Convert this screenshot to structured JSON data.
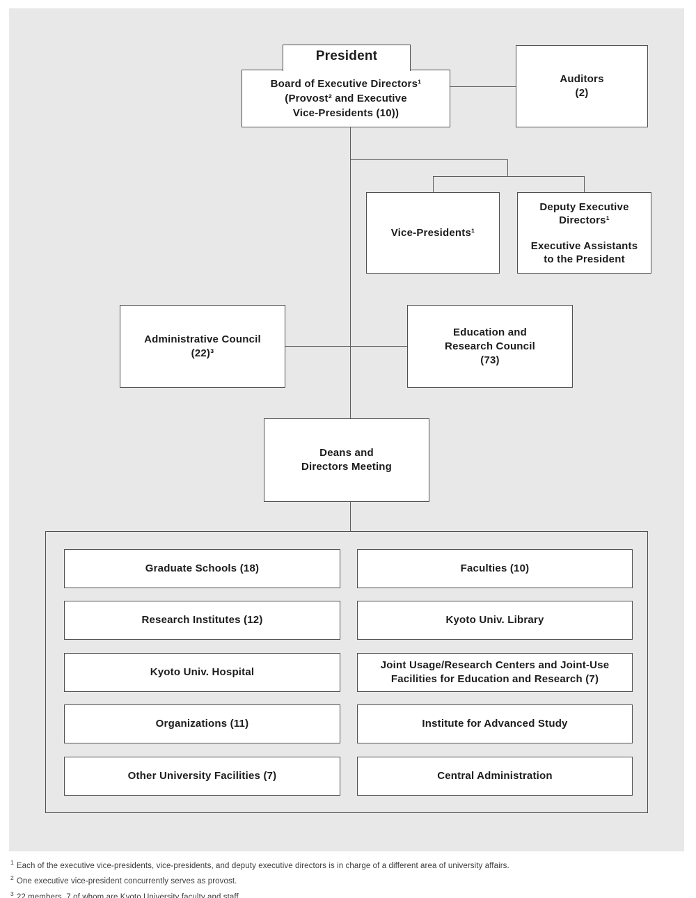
{
  "theme": {
    "page_background": "#ffffff",
    "panel_background": "#e8e8e8",
    "box_background": "#ffffff",
    "border_color": "#4f4f4f",
    "line_color": "#5c5c5c",
    "text_color": "#1c1c1c",
    "footnote_color": "#3c3c3c"
  },
  "org": {
    "president_title": "President",
    "board": {
      "lines": [
        "Board of Executive Directors¹",
        "(Provost² and Executive",
        "Vice-Presidents (10))"
      ]
    },
    "auditors": {
      "lines": [
        "Auditors",
        "(2)"
      ]
    },
    "vice_presidents": {
      "label": "Vice-Presidents¹"
    },
    "deputy": {
      "lines_top": [
        "Deputy Executive",
        "Directors¹"
      ],
      "lines_bottom": [
        "Executive Assistants",
        "to the President"
      ]
    },
    "admin_council": {
      "lines": [
        "Administrative Council",
        "(22)³"
      ]
    },
    "edu_council": {
      "lines": [
        "Education and",
        "Research Council",
        "(73)"
      ]
    },
    "deans": {
      "lines": [
        "Deans and",
        "Directors Meeting"
      ]
    },
    "grid": {
      "rows": [
        {
          "left": "Graduate Schools (18)",
          "right": "Faculties (10)"
        },
        {
          "left": "Research Institutes (12)",
          "right": "Kyoto Univ. Library"
        },
        {
          "left": "Kyoto Univ. Hospital",
          "right": "Joint Usage/Research Centers and Joint-Use Facilities for Education and Research (7)"
        },
        {
          "left": "Organizations (11)",
          "right": "Institute for Advanced Study"
        },
        {
          "left": "Other University Facilities (7)",
          "right": "Central Administration"
        }
      ]
    },
    "footnotes": [
      {
        "marker": "1",
        "text": "Each of the executive vice-presidents, vice-presidents, and deputy executive directors is in charge of a different area of university affairs."
      },
      {
        "marker": "2",
        "text": "One executive vice-president concurrently serves as provost."
      },
      {
        "marker": "3",
        "text": "22 members, 7 of whom are Kyoto University faculty and staff."
      }
    ]
  }
}
